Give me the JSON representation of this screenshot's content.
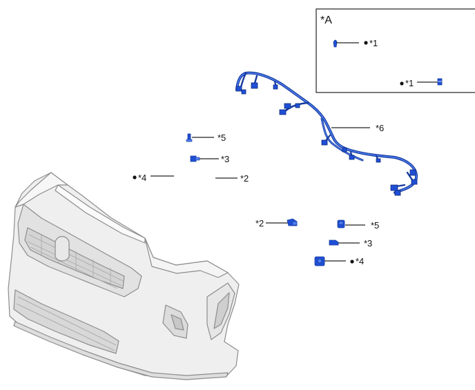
{
  "inset": {
    "label": "*A"
  },
  "callouts": {
    "c1a": "*1",
    "c1b": "*1",
    "c6": "*6",
    "c5a": "*5",
    "c3a": "*3",
    "c4a": "*4",
    "c2a": "*2",
    "c2b": "*2",
    "c5b": "*5",
    "c3b": "*3",
    "c4b": "*4"
  },
  "colors": {
    "part_blue": "#1f4fd6",
    "part_blue_dark": "#163a9e",
    "line": "#222222",
    "bumper_fill": "#eeeeee",
    "bumper_stroke": "#8c8c8c"
  }
}
